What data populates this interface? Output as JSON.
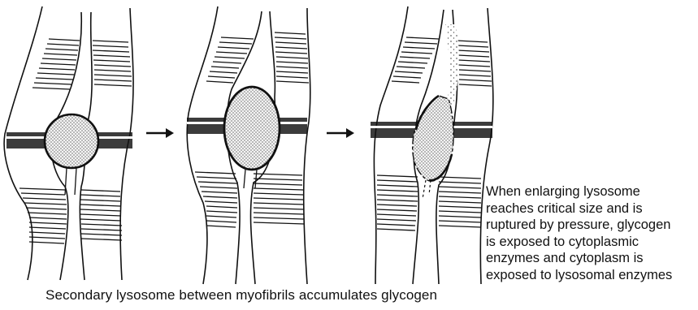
{
  "caption": "Secondary lysosome between myofibrils accumulates glycogen",
  "side_note": "When enlarging lysosome\nreaches critical size and is\nruptured by pressure, glycogen\nis exposed to cytoplasmic\nenzymes and cytoplasm is\nexposed to lysosomal enzymes",
  "stages": [
    {
      "name": "stage-1",
      "lysosome": "round-intact"
    },
    {
      "name": "stage-2",
      "lysosome": "oval-enlarged"
    },
    {
      "name": "stage-3",
      "lysosome": "ruptured"
    }
  ],
  "arrows": [
    "arrow-right",
    "arrow-right"
  ],
  "colors": {
    "ink": "#111111",
    "background": "#ffffff"
  }
}
